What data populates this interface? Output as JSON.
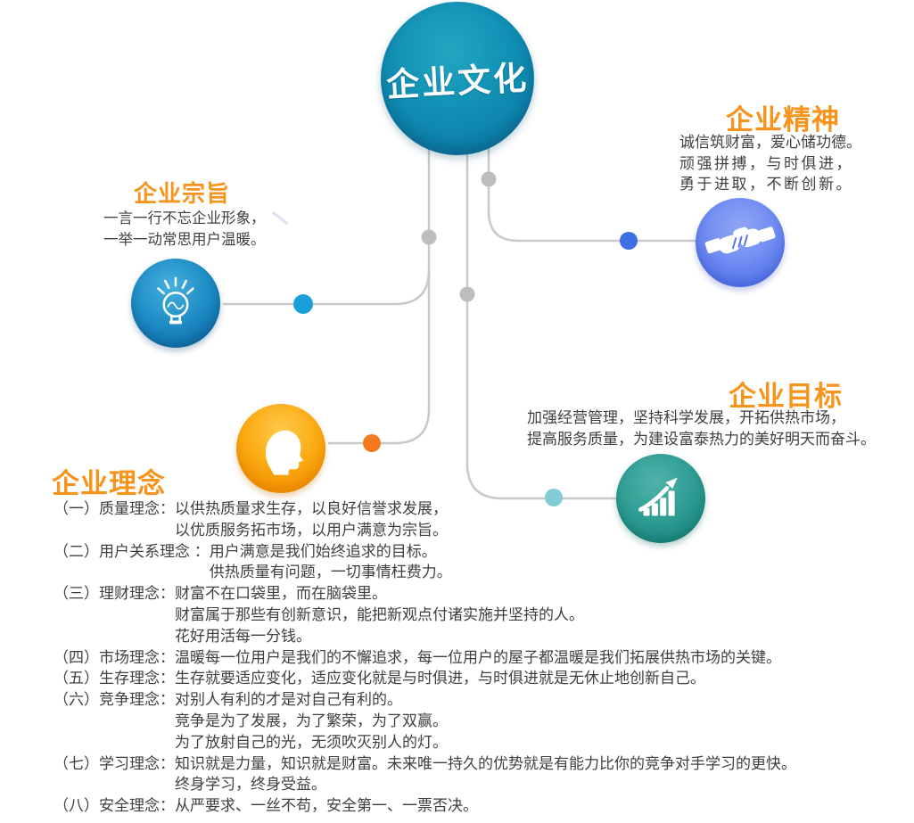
{
  "center": {
    "title": "企业文化"
  },
  "sections": {
    "purpose": {
      "title": "企业宗旨",
      "icon": "lightbulb-icon",
      "lines": [
        "一言一行不忘企业形象，",
        "一举一动常思用户温暖。"
      ]
    },
    "spirit": {
      "title": "企业精神",
      "icon": "handshake-icon",
      "lines": [
        "诚信筑财富，爱心储功德。",
        "顽强拼搏，与时俱进，",
        "勇于进取，不断创新。"
      ]
    },
    "goal": {
      "title": "企业目标",
      "icon": "growth-chart-icon",
      "lines": [
        "加强经营管理，坚持科学发展，开拓供热市场，",
        "提高服务质量，为建设富泰热力的美好明天而奋斗。"
      ]
    },
    "philosophy": {
      "title": "企业理念",
      "icon": "head-profile-icon",
      "items": [
        {
          "label": "（一）质量理念：",
          "lines": [
            "以供热质量求生存，以良好信誉求发展，",
            "以优质服务拓市场，以用户满意为宗旨。"
          ]
        },
        {
          "label": "（二）用户关系理念 ：",
          "lines": [
            "用户满意是我们始终追求的目标。",
            "供热质量有问题，一切事情枉费力。"
          ]
        },
        {
          "label": "（三）理财理念：",
          "lines": [
            "财富不在口袋里，而在脑袋里。",
            "财富属于那些有创新意识，能把新观点付诸实施并坚持的人。",
            "花好用活每一分钱。"
          ]
        },
        {
          "label": "（四）市场理念：",
          "lines": [
            "温暖每一位用户是我们的不懈追求，每一位用户的屋子都温暖是我们拓展供热市场的关键。"
          ]
        },
        {
          "label": "（五）生存理念：",
          "lines": [
            "生存就要适应变化，适应变化就是与时俱进，与时俱进就是无休止地创新自己。"
          ]
        },
        {
          "label": "（六）竞争理念：",
          "lines": [
            "对别人有利的才是对自己有利的。",
            "竞争是为了发展，为了繁荣，为了双赢。",
            "为了放射自己的光，无须吹灭别人的灯。"
          ]
        },
        {
          "label": "（七）学习理念：",
          "lines": [
            "知识就是力量，知识就是财富。未来唯一持久的优势就是有能力比你的竞争对手学习的更快。",
            "终身学习，终身受益。"
          ]
        },
        {
          "label": "（八）安全理念：",
          "lines": [
            "从严要求、一丝不苟，安全第一、一票否决。"
          ]
        }
      ]
    }
  },
  "colors": {
    "title_orange": "#F7941D",
    "body_text": "#3F3F3F",
    "connector_gray": "#C9C9C9",
    "dot_gray": "#BDBDBD",
    "dot_azure": "#1B9FD8",
    "dot_royal_blue": "#3E6DE4",
    "dot_orange": "#F4791F",
    "dot_teal": "#7FCCD3",
    "center_circle_teal": "#0F86AE",
    "purpose_circle_blue": "#1887C2",
    "spirit_circle_blue": "#5372E9",
    "philosophy_circle_orange": "#F79A0F",
    "goal_circle_teal": "#2B9A91"
  }
}
